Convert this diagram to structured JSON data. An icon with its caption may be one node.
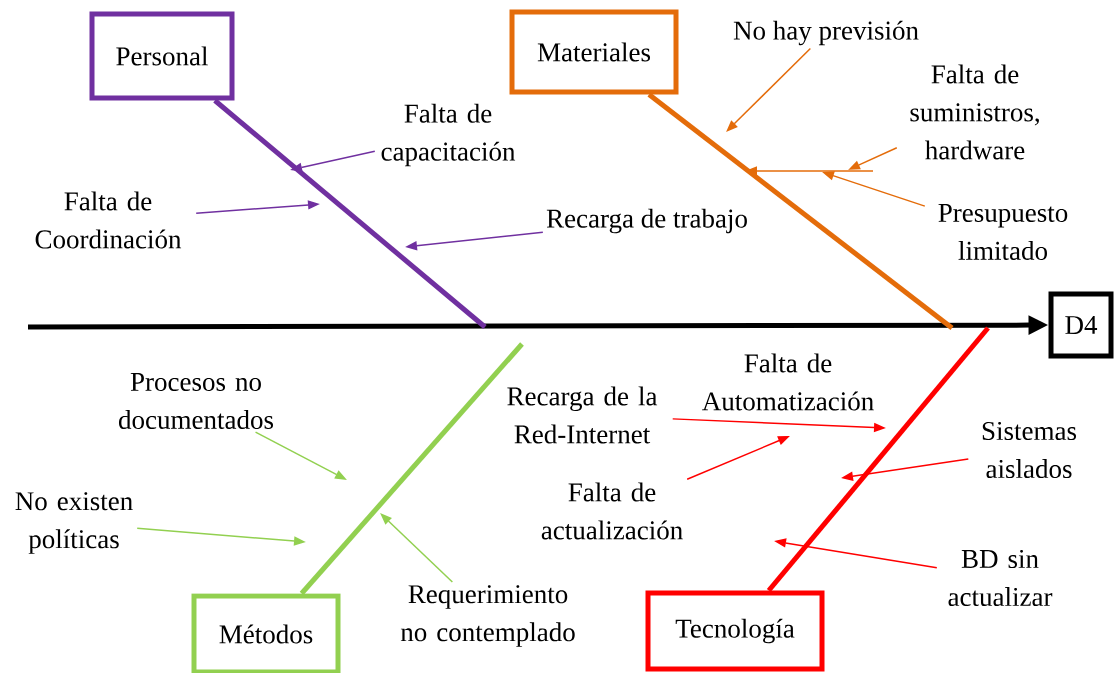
{
  "diagram": {
    "nodes": [
      {
        "text": [
          "Personal"
        ]
      },
      {
        "text": [
          "Materiales"
        ]
      },
      {
        "text": [
          "D4"
        ]
      },
      {
        "text": [
          "Métodos"
        ]
      },
      {
        "text": [
          "Tecnología"
        ]
      },
      {
        "text": [
          "Falta de capacitación"
        ]
      },
      {
        "text": [
          "Falta de Coordinación"
        ]
      },
      {
        "text": [
          "Recarga de trabajo"
        ]
      },
      {
        "text": [
          "No hay previsión"
        ]
      },
      {
        "text": [
          "Falta de suministros, hardware"
        ]
      },
      {
        "text": [
          "Presupuesto limitado"
        ]
      },
      {
        "text": [
          "Procesos no documentados"
        ]
      },
      {
        "text": [
          "No existen políticas"
        ]
      },
      {
        "text": [
          "Requerimiento no contemplado"
        ]
      },
      {
        "text": [
          "Recarga de la Red-Internet"
        ]
      },
      {
        "text": [
          "Falta de actualización"
        ]
      },
      {
        "text": [
          "Sistemas aislados"
        ]
      },
      {
        "text": [
          "BD sin actualizar"
        ]
      }
    ],
    "edges": [
      {
        "from": null,
        "to": 2,
        "arrow": "to",
        "style": "thick",
        "color": "#000000"
      },
      {
        "from": 0,
        "to": null,
        "arrow": "none",
        "style": "thick",
        "color": "#7030a0"
      },
      {
        "from": 1,
        "to": null,
        "arrow": "none",
        "style": "thick",
        "color": "#e46c0a"
      },
      {
        "from": 3,
        "to": null,
        "arrow": "none",
        "style": "thick",
        "color": "#92d050"
      },
      {
        "from": 4,
        "to": null,
        "arrow": "none",
        "style": "thick",
        "color": "#ff0000"
      },
      {
        "from": 5,
        "to": null,
        "arrow": "to",
        "color": "#7030a0"
      },
      {
        "from": 6,
        "to": null,
        "arrow": "to",
        "color": "#7030a0"
      },
      {
        "from": 7,
        "to": null,
        "arrow": "to",
        "color": "#7030a0"
      },
      {
        "from": 8,
        "to": null,
        "arrow": "to",
        "color": "#e46c0a"
      },
      {
        "from": 9,
        "to": null,
        "arrow": "to",
        "color": "#e46c0a"
      },
      {
        "from": 10,
        "to": null,
        "arrow": "to",
        "color": "#e46c0a"
      },
      {
        "from": 11,
        "to": null,
        "arrow": "to",
        "color": "#92d050"
      },
      {
        "from": 12,
        "to": null,
        "arrow": "to",
        "color": "#92d050"
      },
      {
        "from": 13,
        "to": null,
        "arrow": "to",
        "color": "#92d050"
      },
      {
        "from": 14,
        "to": null,
        "arrow": "to",
        "color": "#ff0000",
        "label": "Falta de Automatización"
      },
      {
        "from": 15,
        "to": null,
        "arrow": "to",
        "color": "#ff0000"
      },
      {
        "from": 16,
        "to": null,
        "arrow": "to",
        "color": "#ff0000"
      },
      {
        "from": 17,
        "to": null,
        "arrow": "to",
        "color": "#ff0000"
      }
    ]
  }
}
